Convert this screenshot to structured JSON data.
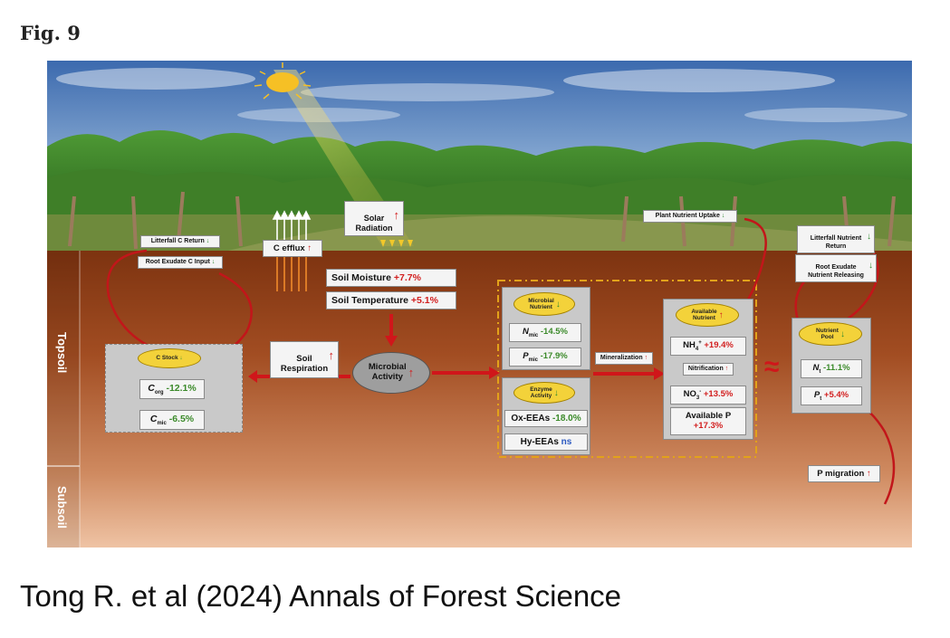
{
  "figure_label": "Fig. 9",
  "citation": "Tong R. et al (2024) Annals of Forest Science",
  "layers": {
    "topsoil": "Topsoil",
    "subsoil": "Subsoil"
  },
  "labels": {
    "solar_radiation": "Solar\nRadiation",
    "c_efflux": "C efflux",
    "litterfall_c_return": "Litterfall C Return",
    "root_exudate_c_input": "Root Exudate C Input",
    "soil_moisture": "Soil Moisture",
    "soil_moisture_val": "+7.7%",
    "soil_temperature": "Soil Temperature",
    "soil_temperature_val": "+5.1%",
    "soil_respiration": "Soil\nRespiration",
    "microbial_activity": "Microbial\nActivity",
    "c_stock": "C Stock",
    "c_org": "C",
    "c_org_sub": "org",
    "c_org_val": "-12.1%",
    "c_mic": "C",
    "c_mic_sub": "mic",
    "c_mic_val": "-6.5%",
    "microbial_nutrient": "Microbial\nNutrient",
    "n_mic": "N",
    "n_mic_sub": "mic",
    "n_mic_val": "-14.5%",
    "p_mic": "P",
    "p_mic_sub": "mic",
    "p_mic_val": "-17.9%",
    "enzyme_activity": "Enzyme\nActivity",
    "ox_eeas": "Ox-EEAs",
    "ox_eeas_val": "-18.0%",
    "hy_eeas": "Hy-EEAs",
    "hy_eeas_val": "ns",
    "mineralization": "Mineralization",
    "plant_nutrient_uptake": "Plant Nutrient Uptake",
    "available_nutrient": "Available\nNutrient",
    "nh4": "NH",
    "nh4_sub": "4",
    "nh4_sup": "+",
    "nh4_val": "+19.4%",
    "nitrification": "Nitrification",
    "no3": "NO",
    "no3_sub": "3",
    "no3_sup": "-",
    "no3_val": "+13.5%",
    "available_p": "Available P",
    "available_p_val": "+17.3%",
    "approx": "≈",
    "litterfall_nutrient_return": "Litterfall Nutrient\nReturn",
    "root_exudate_nutrient_releasing": "Root Exudate\nNutrient Releasing",
    "nutrient_pool": "Nutrient\nPool",
    "n_t": "N",
    "n_t_sub": "t",
    "n_t_val": "-11.1%",
    "p_t": "P",
    "p_t_sub": "t",
    "p_t_val": "+5.4%",
    "p_migration": "P migration"
  },
  "colors": {
    "sky_top": "#3f6fb0",
    "sky_bottom": "#b9cde2",
    "canopy": "#3f8a2a",
    "soil_top": "#8a3b14",
    "soil_bottom": "#e9b08e",
    "arrow_red": "#d0161a",
    "dashed_orange": "#e2a21a",
    "increase_red": "#d21f1f",
    "decrease_green": "#3b8a2a",
    "ns_blue": "#2a58c0"
  },
  "icons": {
    "sun": "sun-icon",
    "up_arrow": "up-arrow-icon",
    "down_arrow": "down-arrow-icon",
    "approx": "approx-icon"
  }
}
